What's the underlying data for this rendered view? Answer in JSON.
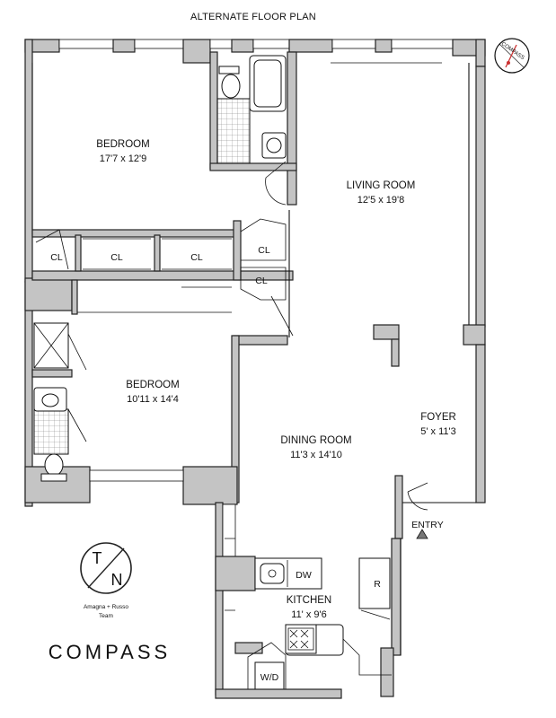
{
  "title": "ALTERNATE FLOOR PLAN",
  "compass": {
    "label": "COMPASS"
  },
  "rooms": {
    "bedroom1": {
      "name": "BEDROOM",
      "dims": "17'7 x 12'9"
    },
    "living": {
      "name": "LIVING ROOM",
      "dims": "12'5 x 19'8"
    },
    "bedroom2": {
      "name": "BEDROOM",
      "dims": "10'11 x 14'4"
    },
    "dining": {
      "name": "DINING ROOM",
      "dims": "11'3 x 14'10"
    },
    "foyer": {
      "name": "FOYER",
      "dims": "5' x 11'3"
    },
    "kitchen": {
      "name": "KITCHEN",
      "dims": "11' x 9'6"
    }
  },
  "closets": [
    "CL",
    "CL",
    "CL",
    "CL",
    "CL"
  ],
  "fixtures": {
    "dishwasher": "DW",
    "refrigerator": "R",
    "washer_dryer": "W/D"
  },
  "entry": "ENTRY",
  "team_logo": {
    "letters_top": "T",
    "letters_bottom": "N",
    "caption_line1": "Amagna + Russo",
    "caption_line2": "Team"
  },
  "brand": "COMPASS"
}
